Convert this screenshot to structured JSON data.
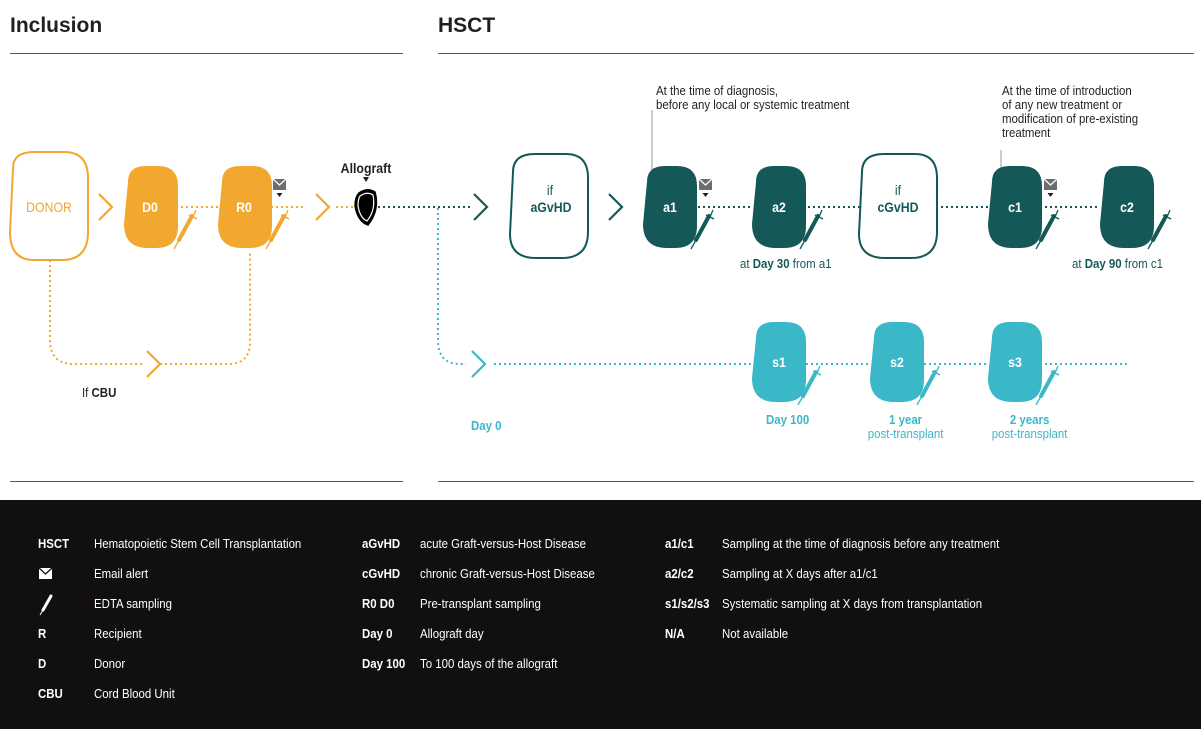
{
  "headers": {
    "inclusion": "Inclusion",
    "hsct": "HSCT"
  },
  "nodes": {
    "donor": "DONOR",
    "d0": "D0",
    "r0": "R0",
    "allograft": "Allograft",
    "if1": "if",
    "agvhd": "aGvHD",
    "a1": "a1",
    "a2": "a2",
    "if2": "if",
    "cgvhd": "cGvHD",
    "c1": "c1",
    "c2": "c2",
    "s1": "s1",
    "s2": "s2",
    "s3": "s3"
  },
  "notes": {
    "diag_line1": "At the time of diagnosis,",
    "diag_line2": "before any local or systemic treatment",
    "intro_line1": "At the time of introduction",
    "intro_line2": "of any new treatment or",
    "intro_line3": "modification of pre-existing",
    "intro_line4": "treatment",
    "if_cbu_pre": "If ",
    "if_cbu_bold": "CBU",
    "at_day30_pre": "at ",
    "at_day30_bold": "Day 30",
    "at_day30_post": " from a1",
    "at_day90_pre": "at ",
    "at_day90_bold": "Day 90",
    "at_day90_post": " from c1",
    "day0": "Day 0",
    "day100": "Day 100",
    "year1": "1 year",
    "year2": "2 years",
    "post1": "post-transplant",
    "post2": "post-transplant"
  },
  "legend": {
    "col1": [
      {
        "key": "HSCT",
        "desc": "Hematopoietic Stem Cell Transplantation"
      },
      {
        "key": "envelope-icon",
        "desc": "Email alert"
      },
      {
        "key": "syringe-icon",
        "desc": "EDTA sampling"
      },
      {
        "key": "R",
        "desc": "Recipient"
      },
      {
        "key": "D",
        "desc": "Donor"
      },
      {
        "key": "CBU",
        "desc": "Cord Blood Unit"
      }
    ],
    "col2": [
      {
        "key": "aGvHD",
        "desc": "acute Graft-versus-Host Disease"
      },
      {
        "key": "cGvHD",
        "desc": "chronic Graft-versus-Host Disease"
      },
      {
        "key": "R0 D0",
        "desc": "Pre-transplant sampling"
      },
      {
        "key": "Day 0",
        "desc": "Allograft day"
      },
      {
        "key": "Day 100",
        "desc": "To 100 days of the allograft"
      }
    ],
    "col3": [
      {
        "key": "a1/c1",
        "desc": "Sampling at the time of diagnosis before any treatment"
      },
      {
        "key": "a2/c2",
        "desc": "Sampling at X days after a1/c1"
      },
      {
        "key": "s1/s2/s3",
        "desc": "Systematic sampling at X days from transplantation"
      },
      {
        "key": "N/A",
        "desc": "Not available"
      }
    ]
  },
  "colors": {
    "orange": "#f2a72e",
    "teal": "#145957",
    "light_teal": "#3ab8c8",
    "dark_bg": "#120f10"
  }
}
